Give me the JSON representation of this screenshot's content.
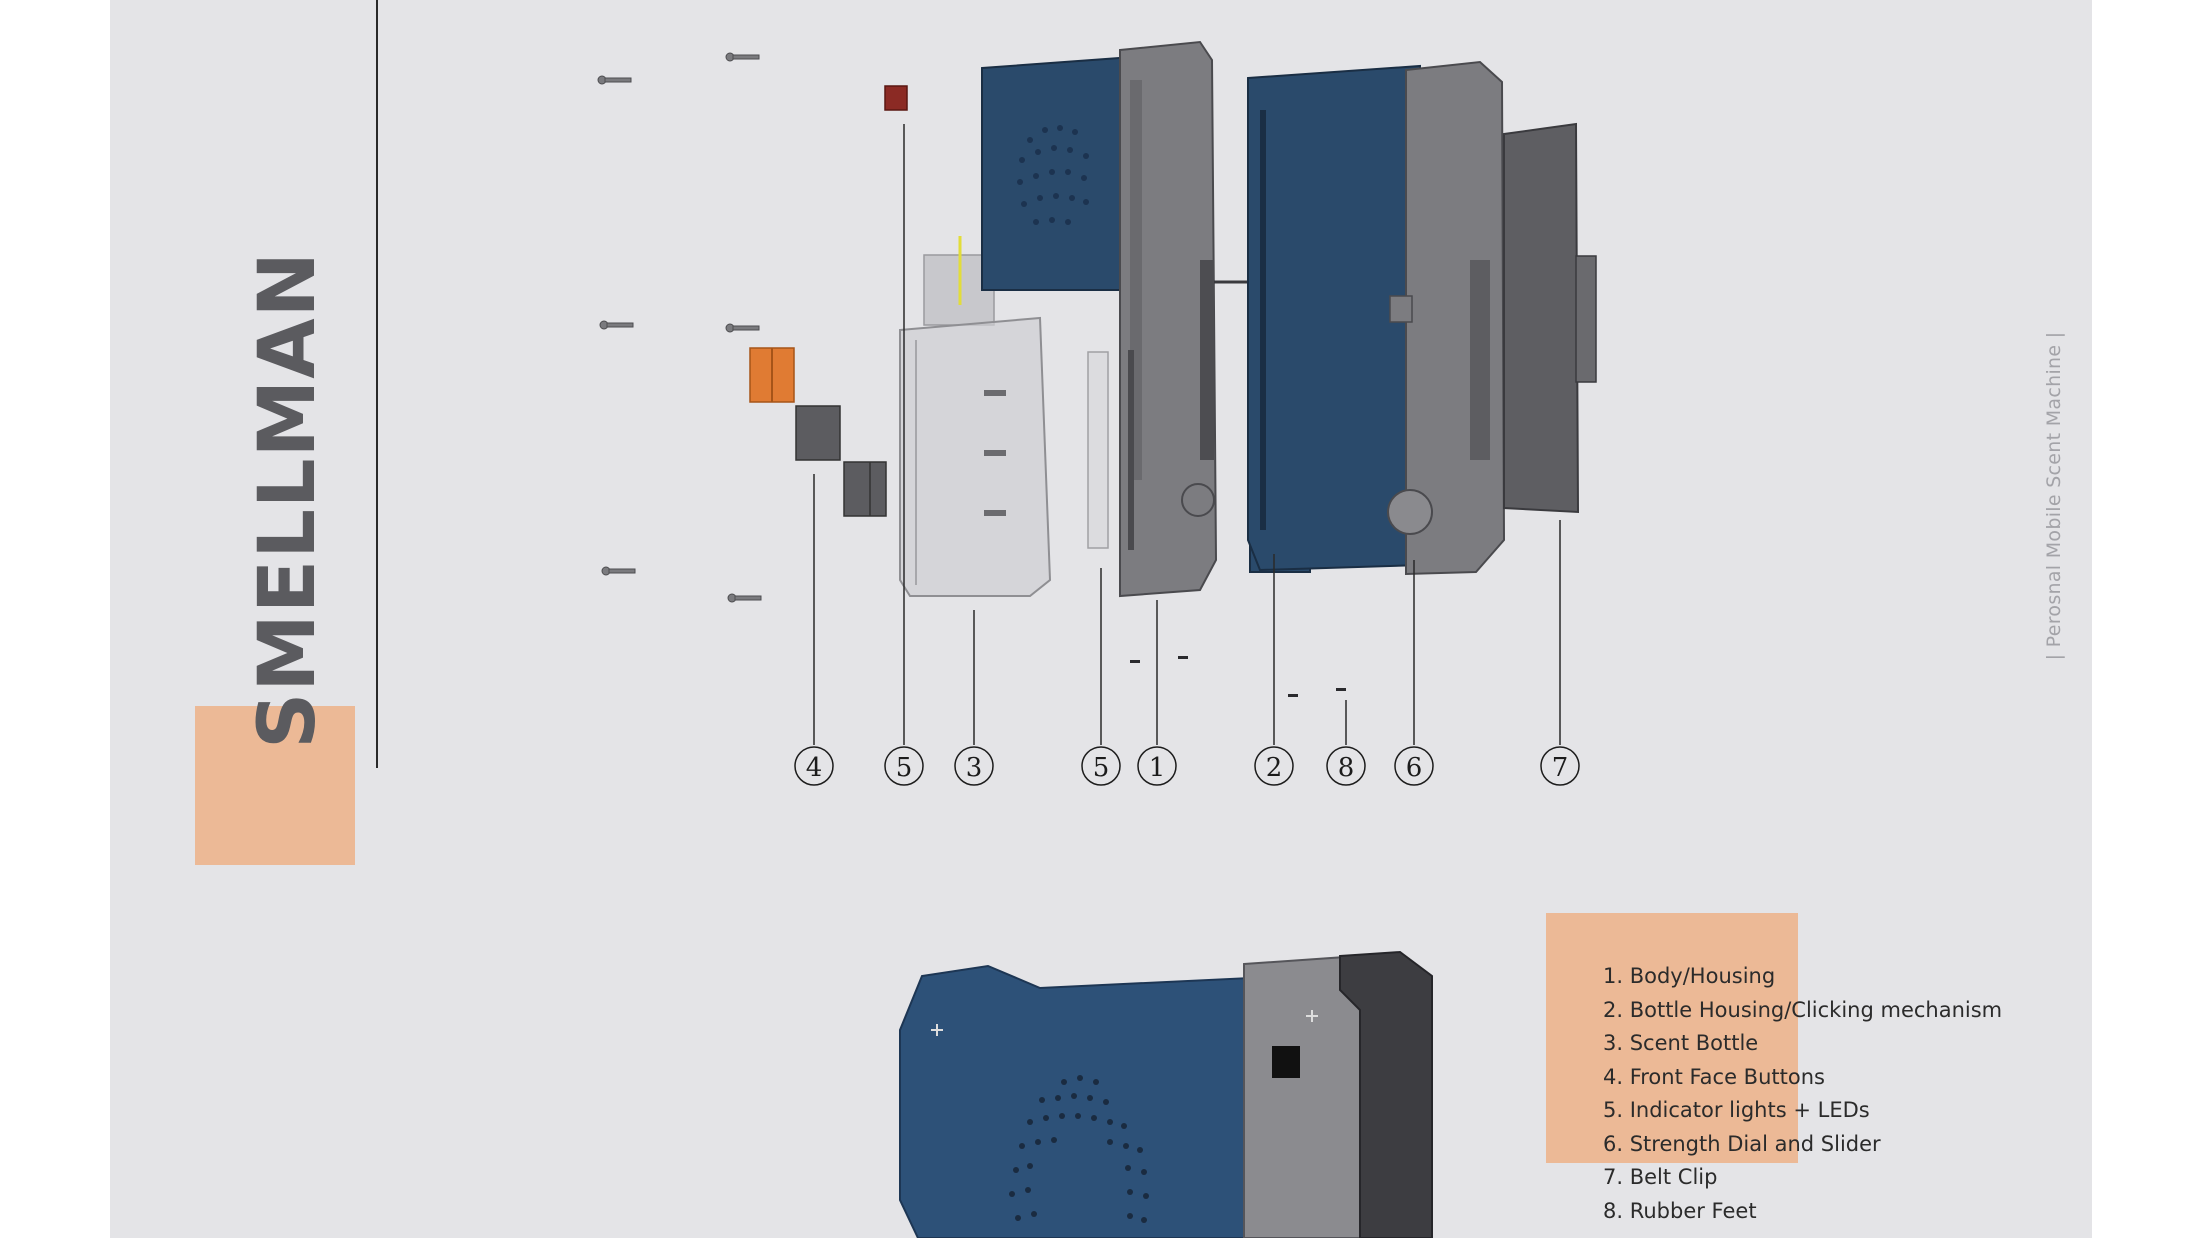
{
  "brand": {
    "name": "SMELLMAN",
    "tagline": "| Perosnal Mobile Scent Machine |"
  },
  "colors": {
    "accent_block": "#ecb996",
    "housing_blue": "#2a4a6b",
    "housing_grey": "#7c7c80",
    "button_orange": "#e07b33",
    "led_red": "#8b2a24"
  },
  "diagram": {
    "callouts": [
      {
        "number": "4"
      },
      {
        "number": "5"
      },
      {
        "number": "3"
      },
      {
        "number": "5"
      },
      {
        "number": "1"
      },
      {
        "number": "2"
      },
      {
        "number": "8"
      },
      {
        "number": "6"
      },
      {
        "number": "7"
      }
    ]
  },
  "legend": {
    "items": [
      "1. Body/Housing",
      "2. Bottle Housing/Clicking mechanism",
      "3. Scent Bottle",
      "4. Front Face Buttons",
      "5. Indicator lights + LEDs",
      "6. Strength Dial and Slider",
      "7. Belt Clip",
      "8. Rubber Feet"
    ]
  }
}
